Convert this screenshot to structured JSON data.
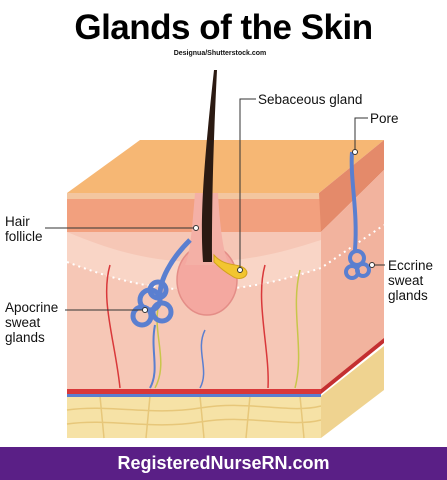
{
  "title": "Glands of the Skin",
  "credit": "Designua/Shutterstock.com",
  "labels": {
    "sebaceous_gland": "Sebaceous gland",
    "pore": "Pore",
    "hair_follicle_line1": "Hair",
    "hair_follicle_line2": "follicle",
    "eccrine_line1": "Eccrine",
    "eccrine_line2": "sweat",
    "eccrine_line3": "glands",
    "apocrine_line1": "Apocrine",
    "apocrine_line2": "sweat",
    "apocrine_line3": "glands"
  },
  "footer": {
    "text": "RegisteredNurseRN.com"
  },
  "colors": {
    "footer_bg": "#5a1f86",
    "epidermis_top": "#f6b774",
    "dermis": "#f5b9a6",
    "fat": "#f6e2a6",
    "gland_blue": "#5a7fd0",
    "sebaceous_yellow": "#f2c530",
    "artery_red": "#d9383a"
  }
}
